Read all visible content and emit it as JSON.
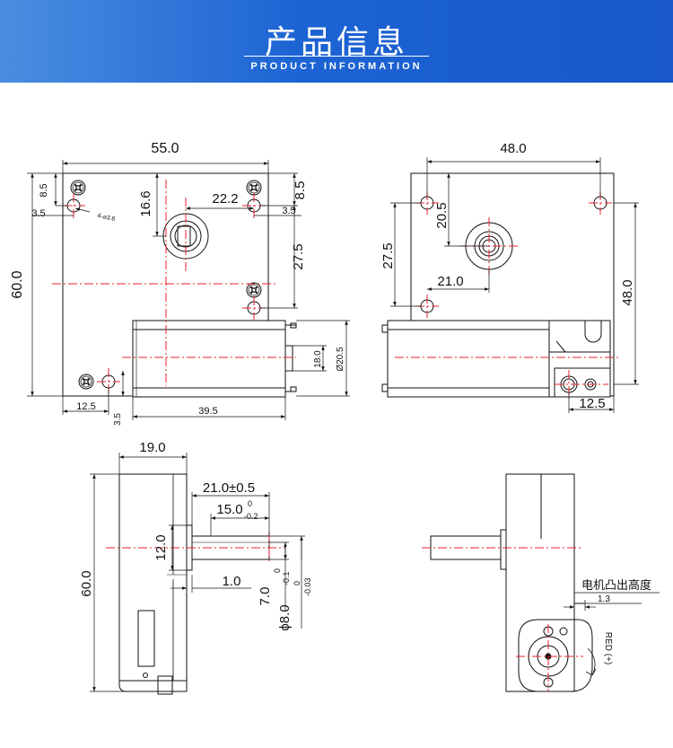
{
  "header": {
    "title": "产品信息",
    "subtitle": "PRODUCT INFORMATION"
  },
  "colors": {
    "banner": "#1c63d3",
    "centerline": "#e8222b",
    "outline": "#111111"
  },
  "views": {
    "front": {
      "dims": {
        "width": "55.0",
        "height": "60.0",
        "top_hole": "8.5",
        "top_hole_right": "8.5",
        "left_hole": "3.5",
        "right_hole": "3.5",
        "hole_spec": "4-⌀3.6",
        "shaft_v": "16.6",
        "shaft_h": "22.2",
        "hole_v": "27.5",
        "motor_w": "18.0",
        "motor_d": "Ø20.5",
        "bottom_left": "12.5",
        "bottom_hole": "3.5",
        "motor_len": "39.5"
      }
    },
    "rear": {
      "dims": {
        "width": "48.0",
        "shaft_v": "20.5",
        "left_v": "27.5",
        "shaft_h": "21.0",
        "height": "48.0",
        "bottom": "12.5"
      }
    },
    "side": {
      "dims": {
        "depth": "19.0",
        "shaft_len": "21.0±0.5",
        "flat_len": "15.0",
        "flat_tol_hi": "0",
        "flat_tol_lo": "-0.2",
        "boss": "12.0",
        "boss_len": "1.0",
        "flat_dim": "7.0",
        "flat_dim_tol_hi": "0",
        "flat_dim_tol_lo": "-0.1",
        "shaft_dia": "ϕ8.0",
        "shaft_dia_tol_hi": "0",
        "shaft_dia_tol_lo": "-0.03",
        "height": "60.0"
      }
    },
    "back_side": {
      "note": "电机凸出高度",
      "protrusion": "1.3",
      "polarity": "RED (+)"
    }
  }
}
